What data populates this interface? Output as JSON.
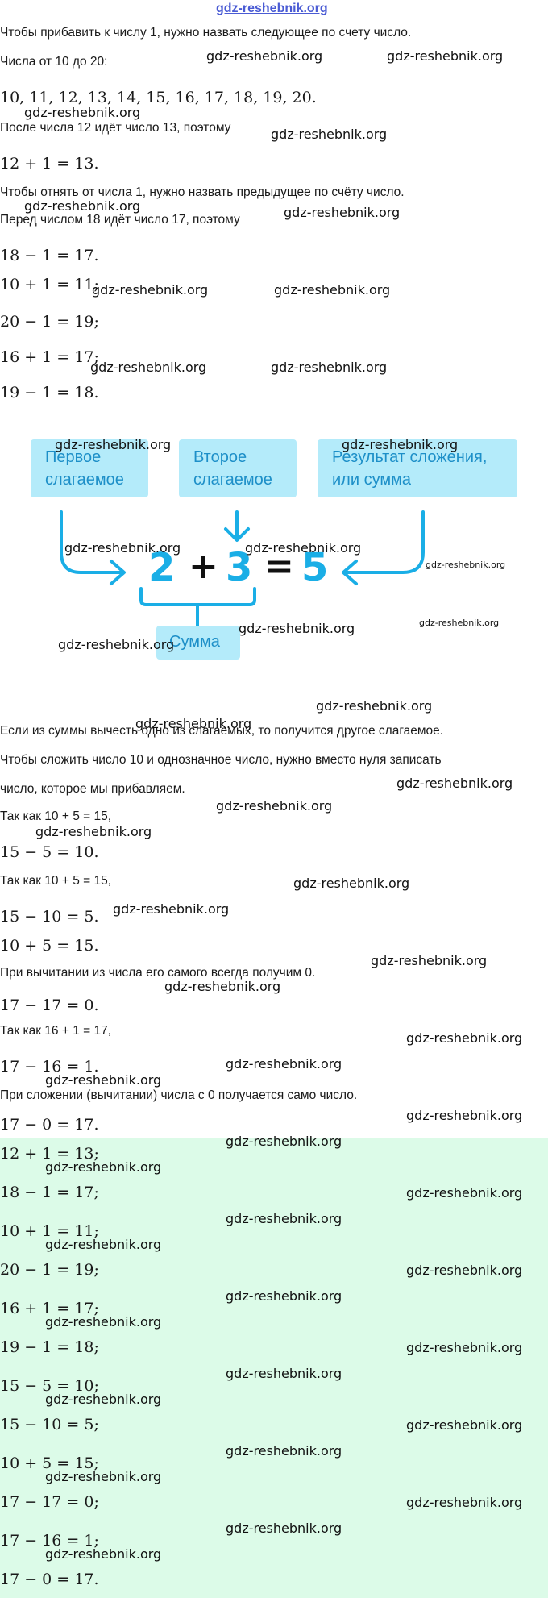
{
  "site_link": "gdz-reshebnik.org",
  "watermark": "gdz-reshebnik.org",
  "lines": [
    "Чтобы прибавить к числу 1, нужно назвать следующее по счету число.",
    "Числа от 10 до 20:",
    "10, 11, 12, 13, 14, 15, 16, 17, 18, 19, 20.",
    "После числа 12 идёт число 13, поэтому",
    "12 + 1 = 13.",
    "Чтобы отнять от числа 1, нужно назвать предыдущее по счёту число.",
    "Перед числом 18 идёт число 17, поэтому",
    "18 − 1 = 17.",
    "10 + 1 = 11;",
    "20 − 1 = 19;",
    "16 + 1 = 17;",
    "19 − 1 = 18."
  ],
  "diagram": {
    "box1": "Первое слагаемое",
    "box2": "Второе слагаемое",
    "box3": "Результат сложения, или сумма",
    "num1": "2",
    "plus": "+",
    "num2": "3",
    "equals": "=",
    "num3": "5",
    "sum_label": "Сумма",
    "accent": "#1aaee6",
    "box_color": "#b4ebfa"
  },
  "lines2": [
    "Если из суммы вычесть одно из слагаемых, то получится другое слагаемое.",
    "Чтобы сложить число 10 и однозначное число, нужно вместо нуля записать",
    "число, которое мы прибавляем.",
    "Так как 10 + 5 = 15,",
    "15 − 5 = 10.",
    "Так как 10 + 5 = 15,",
    "15 − 10 = 5.",
    "10 + 5 = 15.",
    "При вычитании из числа его самого всегда получим 0.",
    "17 − 17 = 0.",
    "Так как 16 + 1 = 17,",
    "17 − 16 = 1.",
    "При сложении (вычитании) числа с 0 получается само число.",
    "17 − 0 = 17."
  ],
  "answers": [
    "12 + 1 = 13;",
    "18 − 1 = 17;",
    "10 + 1 = 11;",
    "20 − 1 = 19;",
    "16 + 1 = 17;",
    "19 − 1 = 18;",
    "15 − 5 = 10;",
    "15 − 10 = 5;",
    "10 + 5 = 15;",
    "17 − 17 = 0;",
    "17 − 16 = 1;",
    "17 − 0 = 17."
  ],
  "answer_bg": "#dcfbe8"
}
